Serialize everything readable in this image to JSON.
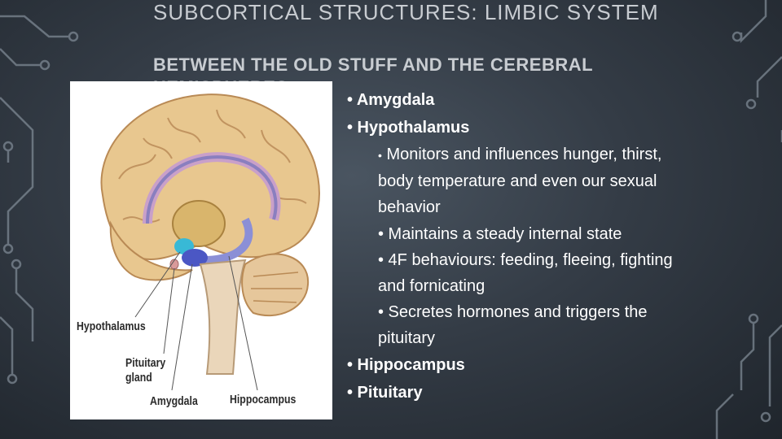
{
  "slide": {
    "title": "SUBCORTICAL STRUCTURES:  LIMBIC SYSTEM",
    "subtitle": "BETWEEN THE OLD STUFF AND THE CEREBRAL HEMISPHERES"
  },
  "figure": {
    "labels": {
      "hypothalamus": "Hypothalamus",
      "pituitary_1": "Pituitary",
      "pituitary_2": "gland",
      "amygdala": "Amygdala",
      "hippocampus": "Hippocampus"
    }
  },
  "bullets": [
    {
      "text": "• Amygdala"
    },
    {
      "text": "• Hypothalamus"
    },
    {
      "text": "Monitors and influences hunger, thirst, body temperature and even our sexual behavior"
    },
    {
      "text": "• Maintains a steady internal state"
    },
    {
      "text": "• 4F behaviours: feeding, fleeing, fighting and fornicating"
    },
    {
      "text": "• Secretes hormones and triggers the pituitary"
    },
    {
      "text": "• Hippocampus"
    },
    {
      "text": "• Pituitary"
    }
  ],
  "colors": {
    "background": "#343c46",
    "text": "#ffffff",
    "title": "#c8ccd1",
    "circuit": "#7d8893",
    "brain_tan": "#e8c78f",
    "amygdala_blue": "#4b57c4",
    "hypothalamus_cyan": "#38b9d6"
  }
}
